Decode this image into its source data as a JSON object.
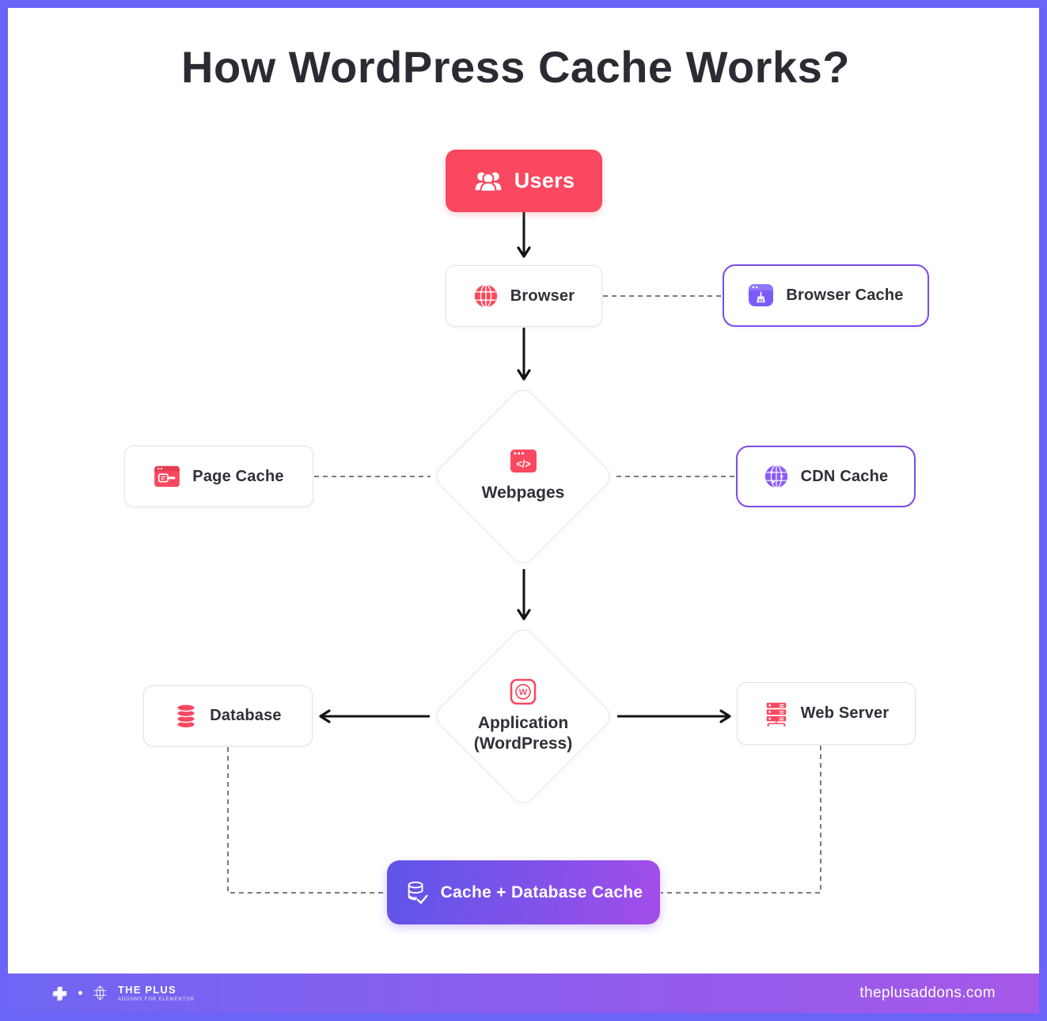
{
  "title": "How WordPress Cache Works?",
  "palette": {
    "frame_purple": "#6C63F7",
    "accent_red": "#F9485F",
    "accent_purple": "#7C4BEA",
    "cta_gradient_start": "#5E55E8",
    "cta_gradient_end": "#A44DE9",
    "footer_gradient_start": "#6F66F3",
    "footer_gradient_end": "#A558E8",
    "ink": "#2B2B33"
  },
  "nodes": {
    "users": {
      "label": "Users",
      "icon": "users-icon"
    },
    "browser": {
      "label": "Browser",
      "icon": "globe-icon"
    },
    "browser_cache": {
      "label": "Browser Cache",
      "icon": "browser-clean-icon"
    },
    "webpages": {
      "label": "Webpages",
      "icon": "code-window-icon",
      "icon_glyph": "</>"
    },
    "page_cache": {
      "label": "Page Cache",
      "icon": "page-window-icon"
    },
    "cdn_cache": {
      "label": "CDN Cache",
      "icon": "cdn-globe-icon"
    },
    "application": {
      "label": "Application",
      "sublabel": "(WordPress)",
      "icon": "wordpress-icon",
      "icon_glyph": "W"
    },
    "database": {
      "label": "Database",
      "icon": "database-icon"
    },
    "web_server": {
      "label": "Web Server",
      "icon": "server-icon"
    },
    "combined_cache": {
      "label": "Cache + Database Cache",
      "icon": "database-clean-icon"
    }
  },
  "footer": {
    "brand": "THE PLUS",
    "brand_tagline": "ADDONS FOR ELEMENTOR",
    "website": "theplusaddons.com"
  }
}
